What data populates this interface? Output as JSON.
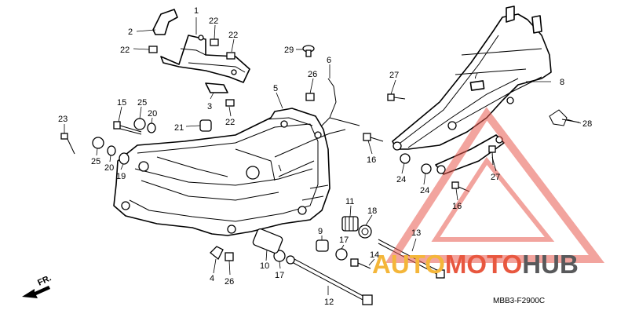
{
  "callouts": [
    "1",
    "2",
    "22",
    "22",
    "22",
    "22",
    "3",
    "22",
    "21",
    "29",
    "6",
    "26",
    "5",
    "7",
    "8",
    "27",
    "27",
    "28",
    "15",
    "25",
    "20",
    "23",
    "25",
    "20",
    "19",
    "16",
    "24",
    "24",
    "16",
    "11",
    "18",
    "9",
    "17",
    "17",
    "10",
    "4",
    "26",
    "14",
    "13",
    "12"
  ],
  "diagram_code": "MBB3-F2900C",
  "direction_label": "FR.",
  "watermark": {
    "part1": "AUTO",
    "part2": "MOTO",
    "part3": "HUB",
    "colors": {
      "auto": "#f4b63a",
      "moto": "#e8573f",
      "hub": "#58595b",
      "triangle": "#e85a4f"
    }
  }
}
